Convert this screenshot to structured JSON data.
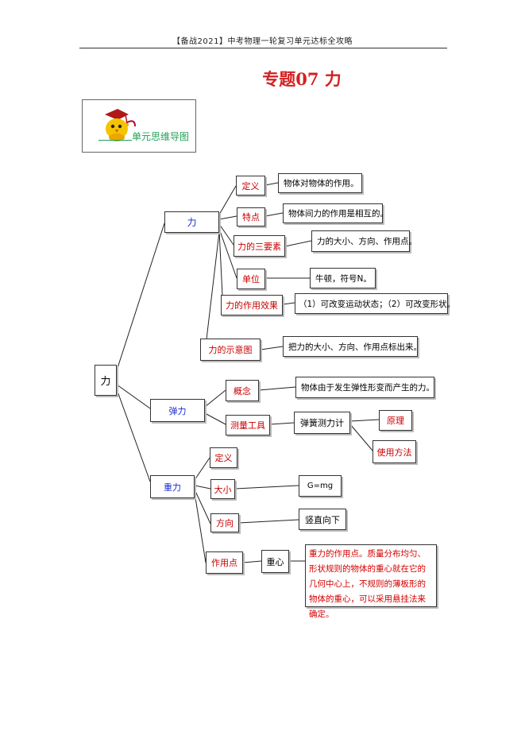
{
  "header": {
    "text": "【备战2021】中考物理一轮复习单元达标全攻略"
  },
  "title": "专题07  力",
  "logo": {
    "text": "单元思维导图",
    "icon": "graduate-chick-icon"
  },
  "mindmap": {
    "root": "力",
    "force": {
      "label": "力",
      "definition_label": "定义",
      "definition": "物体对物体的作用。",
      "feature_label": "特点",
      "feature": "物体间力的作用是相互的。",
      "elements_label": "力的三要素",
      "elements": "力的大小、方向、作用点。",
      "unit_label": "单位",
      "unit": "牛顿，符号N。",
      "effect_label": "力的作用效果",
      "effect": "（1）可改变运动状态；（2）可改变形状。",
      "diagram_label": "力的示意图",
      "diagram": "把力的大小、方向、作用点标出来。"
    },
    "elastic": {
      "label": "弹力",
      "concept_label": "概念",
      "concept": "物体由于发生弹性形变而产生的力。",
      "tool_label": "测量工具",
      "tool": "弹簧测力计",
      "principle": "原理",
      "usage": "使用方法"
    },
    "gravity": {
      "label": "重力",
      "definition_label": "定义",
      "magnitude_label": "大小",
      "magnitude": "G=mg",
      "direction_label": "方向",
      "direction": "竖直向下",
      "point_label": "作用点",
      "point": "重心",
      "note": "重力的作用点。质量分布均匀、形状规则的物体的重心就在它的几何中心上，不规则的薄板形的物体的重心，可以采用悬挂法来确定。"
    }
  }
}
